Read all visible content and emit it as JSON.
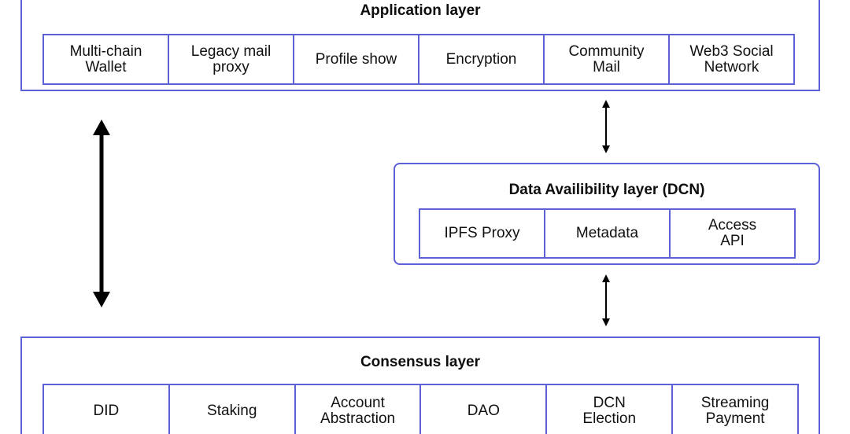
{
  "application_layer": {
    "title": "Application layer",
    "items": [
      {
        "label": "Multi-chain\nWallet"
      },
      {
        "label": "Legacy mail\nproxy"
      },
      {
        "label": "Profile show"
      },
      {
        "label": "Encryption"
      },
      {
        "label": "Community\nMail"
      },
      {
        "label": "Web3 Social\nNetwork"
      }
    ]
  },
  "data_availability_layer": {
    "title": "Data Availibility layer (DCN)",
    "items": [
      {
        "label": "IPFS Proxy"
      },
      {
        "label": "Metadata"
      },
      {
        "label": "Access\nAPI"
      }
    ]
  },
  "consensus_layer": {
    "title": "Consensus layer",
    "items": [
      {
        "label": "DID"
      },
      {
        "label": "Staking"
      },
      {
        "label": "Account\nAbstraction"
      },
      {
        "label": "DAO"
      },
      {
        "label": "DCN\nElection"
      },
      {
        "label": "Streaming\nPayment"
      }
    ]
  },
  "colors": {
    "border": "#5c61d6",
    "arrow": "#000000"
  }
}
